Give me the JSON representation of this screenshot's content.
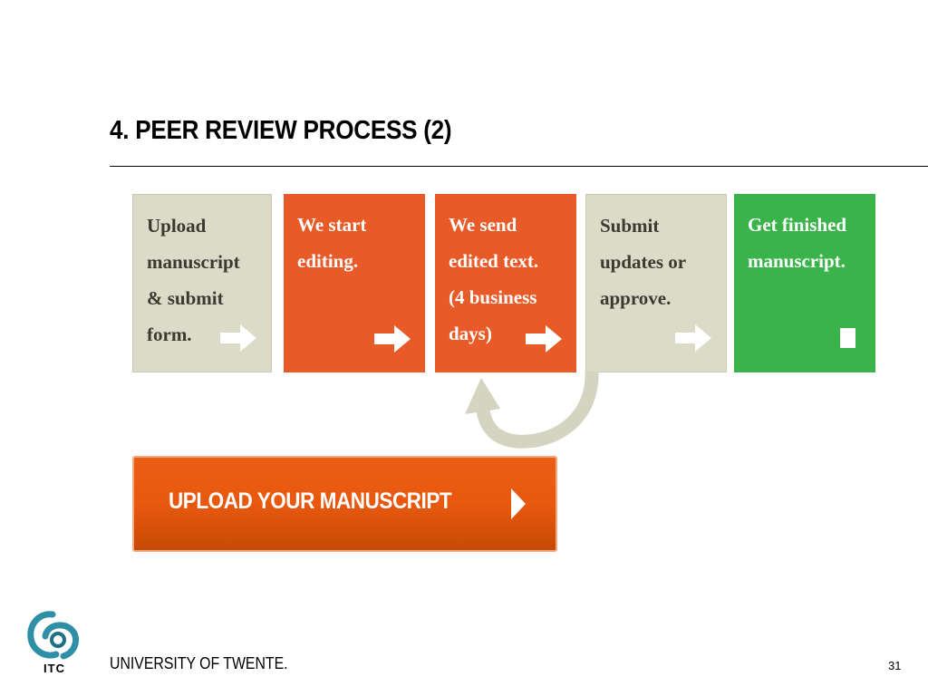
{
  "slide": {
    "title": "4. PEER REVIEW PROCESS (2)",
    "page_number": "31"
  },
  "steps": [
    {
      "text": "Upload\nmanuscript\n& submit\nform.",
      "color": "beige",
      "marker": "arrow-right-icon"
    },
    {
      "text": "We start\nediting.",
      "color": "orange",
      "marker": "arrow-right-icon"
    },
    {
      "text": "We send\nedited text.\n(4 business\ndays)",
      "color": "orange",
      "marker": "arrow-right-icon"
    },
    {
      "text": "Submit\nupdates or\napprove.",
      "color": "beige",
      "marker": "arrow-right-icon"
    },
    {
      "text": "Get finished\nmanuscript.",
      "color": "green",
      "marker": "stop-square-icon"
    }
  ],
  "upload_button": {
    "label": "UPLOAD YOUR MANUSCRIPT"
  },
  "footer": {
    "institution": "UNIVERSITY OF TWENTE.",
    "logo_text": "ITC"
  },
  "colors": {
    "orange": "#e85a27",
    "beige": "#dcdbc8",
    "green": "#3ab34a",
    "logo_teal": "#2f8fa6"
  }
}
